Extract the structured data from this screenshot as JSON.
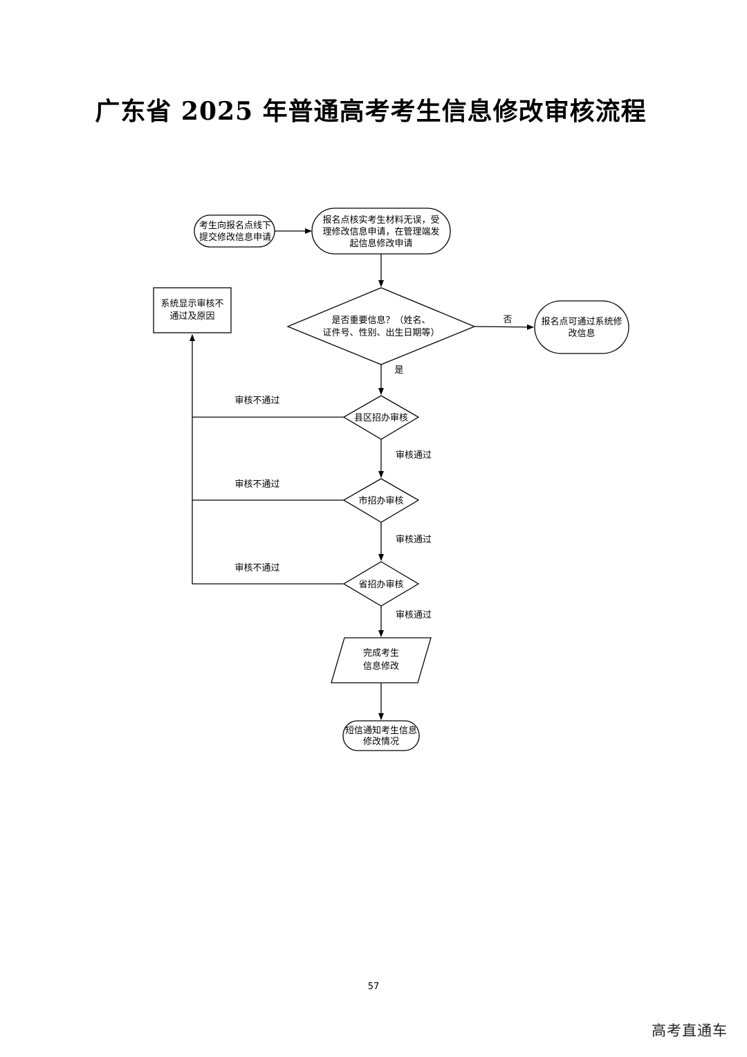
{
  "title": "广东省 2025 年普通高考考生信息修改审核流程",
  "nodes": {
    "submit_request": [
      "考生向报名点线下",
      "提交修改信息申请"
    ],
    "registration_point_verify": [
      "报名点核实考生材料无误，受",
      "理修改信息申请，在管理端发",
      "起信息修改申请"
    ],
    "important_info_decision": [
      "是否重要信息？（姓名、",
      "证件号、性别、出生日期等）"
    ],
    "modify_via_system": [
      "报名点可通过系统修",
      "改信息"
    ],
    "show_rejection_reason": [
      "系统显示审核不",
      "通过及原因"
    ],
    "county_review": "县区招办审核",
    "city_review": "市招办审核",
    "province_review": "省招办审核",
    "complete_modification": [
      "完成考生",
      "信息修改"
    ],
    "sms_notify": [
      "短信通知考生信息",
      "修改情况"
    ]
  },
  "edge_labels": {
    "no": "否",
    "yes": "是",
    "review_failed": "审核不通过",
    "review_passed": "审核通过"
  },
  "page_number": "57",
  "watermark": "高考直通车"
}
